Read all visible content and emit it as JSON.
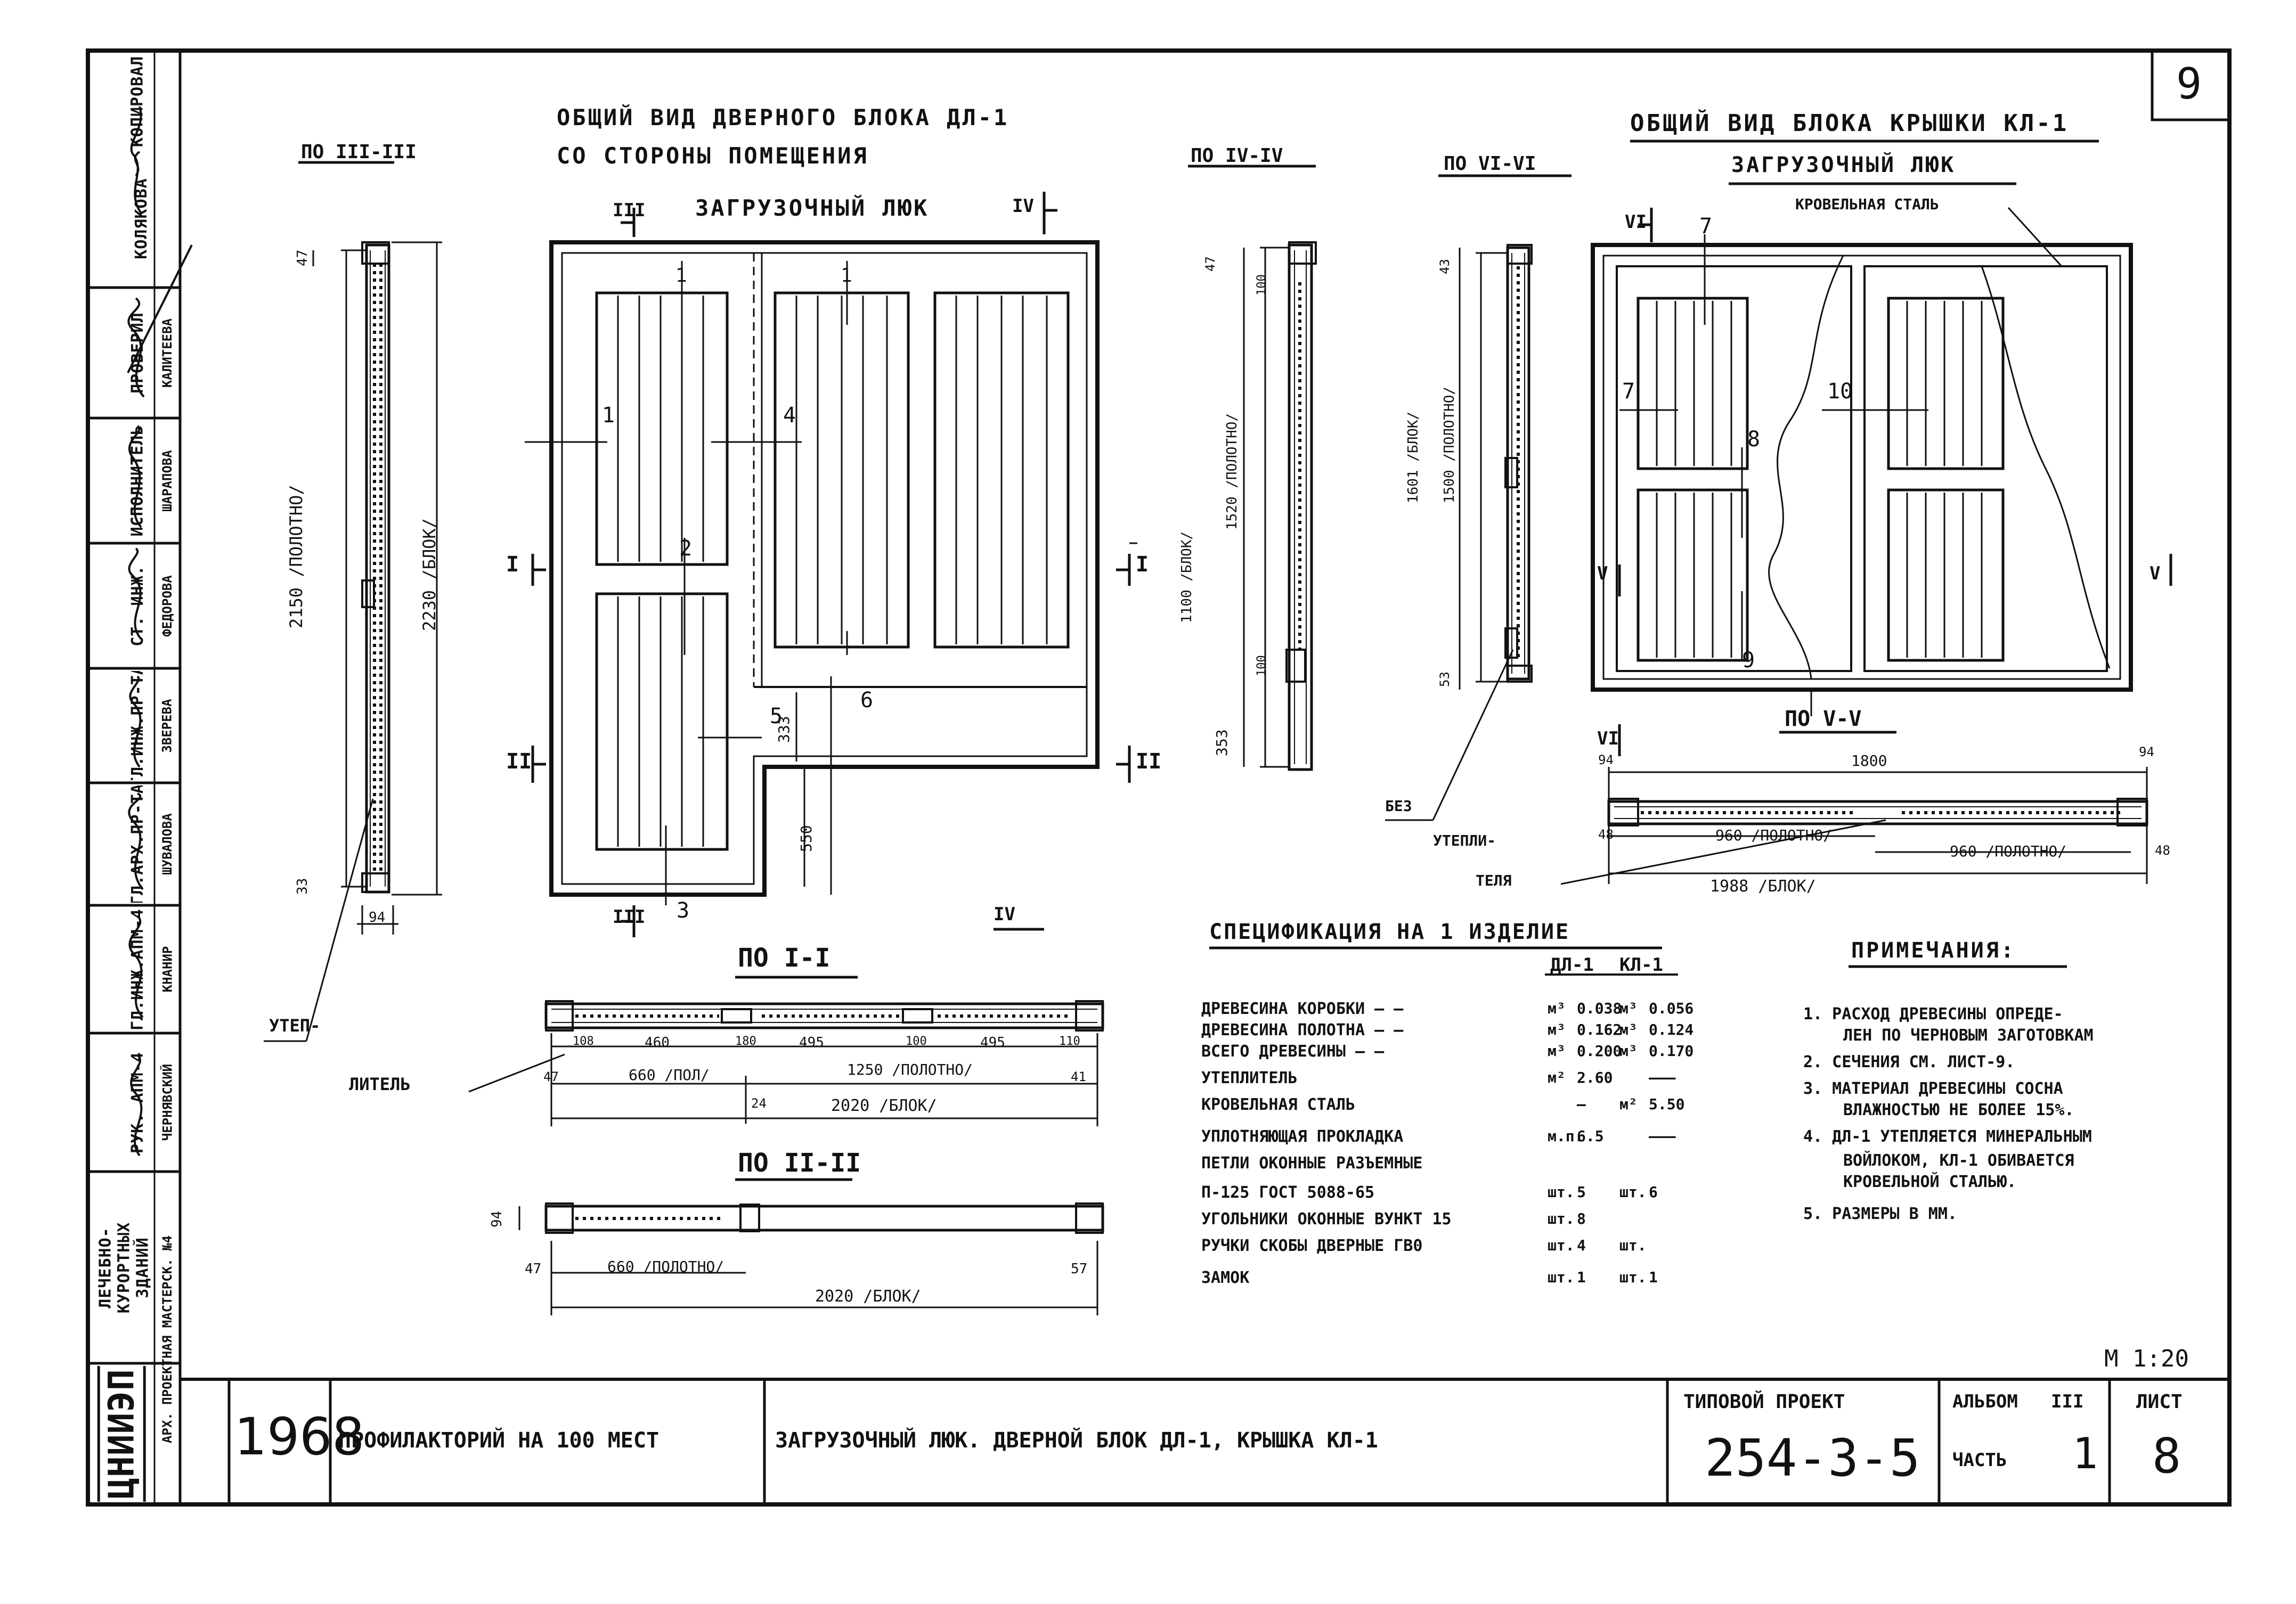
{
  "sheet_number_corner": "9",
  "org": {
    "logo_text": "ЦНИИЭП",
    "institute": "ЛЕЧЕБНО-КУРОРТНЫХ ЗДАНИЙ",
    "workshop": "АРХ. ПРОЕКТНАЯ МАСТЕРСК. №4",
    "signatures": [
      {
        "role": "КОПИРОВАЛ",
        "name": "КОЛЯКОВА"
      },
      {
        "role": "ПРОВЕРИЛ",
        "name": "КАЛИТЕЕВА"
      },
      {
        "role": "ИСПОЛНИТЕЛЬ",
        "name": "ШАРАПОВА"
      },
      {
        "role": "СТ. ИНЖ.",
        "name": "ФЕДОРОВА"
      },
      {
        "role": "ГЛ.ИНЖ.ПР-ТА",
        "name": "ЗВЕРЕВА"
      },
      {
        "role": "ГЛ.АРХ.ПР-ТА",
        "name": "ШУВАЛОВА"
      },
      {
        "role": "ГЛ.ИНЖ.АПМ-4",
        "name": "КНАНИР"
      },
      {
        "role": "РУК. АПМ-4",
        "name": "ЧЕРНЯВСКИЙ"
      }
    ]
  },
  "title_block": {
    "year": "1968",
    "object": "ПРОФИЛАКТОРИЙ НА 100 МЕСТ",
    "sheet_title": "ЗАГРУЗОЧНЫЙ ЛЮК. ДВЕРНОЙ БЛОК ДЛ-1, КРЫШКА КЛ-1",
    "project_label": "ТИПОВОЙ ПРОЕКТ",
    "project_number": "254-3-5",
    "album_label": "АЛЬБОМ",
    "album_number": "III",
    "part_label": "ЧАСТЬ",
    "part_number": "1",
    "sheet_label": "ЛИСТ",
    "sheet_number": "8",
    "scale": "М 1:20"
  },
  "door": {
    "title_line1": "ОБЩИЙ ВИД ДВЕРНОГО БЛОКА ДЛ-1",
    "title_line2": "СО СТОРОНЫ ПОМЕЩЕНИЯ",
    "subtitle": "ЗАГРУЗОЧНЫЙ ЛЮК",
    "section_marks": [
      "III",
      "IV",
      "I",
      "II"
    ],
    "callouts": [
      "1",
      "1",
      "1",
      "2",
      "3",
      "4",
      "5",
      "6"
    ],
    "dims": {
      "d333": "333",
      "d550": "550"
    }
  },
  "sec3": {
    "label": "ПО III-III",
    "dims": [
      "47",
      "2150 /ПОЛОТНО/",
      "2230 /БЛОК/",
      "33",
      "94"
    ],
    "insulation": "УТЕП-"
  },
  "sec4": {
    "label": "ПО IV-IV",
    "dims": [
      "47",
      "100",
      "1100 /БЛОК/",
      "1520 /ПОЛОТНО/",
      "100",
      "353"
    ]
  },
  "sec6": {
    "label": "ПО VI-VI",
    "dims": [
      "43",
      "1601 /БЛОК/",
      "1500 /ПОЛОТНО/",
      "53"
    ],
    "note_line1": "БЕЗ",
    "note_line2": "УТЕПЛИ-",
    "note_line3": "ТЕЛЯ"
  },
  "sec1": {
    "label": "ПО I-I",
    "dims": [
      "108",
      "460",
      "180",
      "495",
      "100",
      "495",
      "110"
    ],
    "dims2": [
      "47",
      "660 /ПОЛ/",
      "1250 /ПОЛОТНО/",
      "41"
    ],
    "dim24": "24",
    "dim_total": "2020 /БЛОК/",
    "insulation": "ЛИТЕЛЬ"
  },
  "sec2": {
    "label": "ПО II-II",
    "dims": [
      "94",
      "47",
      "660 /ПОЛОТНО/",
      "57",
      "2020 /БЛОК/"
    ]
  },
  "lid": {
    "title": "ОБЩИЙ ВИД БЛОКА КРЫШКИ КЛ-1",
    "subtitle": "ЗАГРУЗОЧНЫЙ ЛЮК",
    "roof_steel": "КРОВЕЛЬНАЯ СТАЛЬ",
    "section_marks": [
      "VI",
      "V"
    ],
    "callouts": [
      "7",
      "7",
      "8",
      "9",
      "10"
    ]
  },
  "sec5": {
    "label": "ПО V-V",
    "dims": [
      "94",
      "1800",
      "94",
      "48",
      "960 /ПОЛОТНО/",
      "960 /ПОЛОТНО/",
      "48",
      "1988 /БЛОК/"
    ]
  },
  "spec": {
    "title": "СПЕЦИФИКАЦИЯ НА 1 ИЗДЕЛИЕ",
    "col1": "ДЛ-1",
    "col2": "КЛ-1",
    "rows": [
      {
        "name": "ДРЕВЕСИНА КОРОБКИ — —",
        "unit1": "м³",
        "v1": "0.038",
        "unit2": "м³",
        "v2": "0.056"
      },
      {
        "name": "ДРЕВЕСИНА ПОЛОТНА — —",
        "unit1": "м³",
        "v1": "0.162",
        "unit2": "м³",
        "v2": "0.124"
      },
      {
        "name": "ВСЕГО ДРЕВЕСИНЫ — —",
        "unit1": "м³",
        "v1": "0.200",
        "unit2": "м³",
        "v2": "0.170"
      },
      {
        "name": "УТЕПЛИТЕЛЬ",
        "unit1": "м²",
        "v1": "2.60",
        "unit2": "",
        "v2": "———"
      },
      {
        "name": "КРОВЕЛЬНАЯ СТАЛЬ",
        "unit1": "",
        "v1": "—",
        "unit2": "м²",
        "v2": "5.50"
      },
      {
        "name": "УПЛОТНЯЮЩАЯ ПРОКЛАДКА",
        "unit1": "м.п.",
        "v1": "6.5",
        "unit2": "",
        "v2": "———"
      },
      {
        "name": "ПЕТЛИ ОКОННЫЕ РАЗЪЕМНЫЕ",
        "unit1": "",
        "v1": "",
        "unit2": "",
        "v2": ""
      },
      {
        "name": "П-125 ГОСТ 5088-65",
        "unit1": "шт.",
        "v1": "5",
        "unit2": "шт.",
        "v2": "6"
      },
      {
        "name": "УГОЛЬНИКИ ОКОННЫЕ ВУНКТ 15",
        "unit1": "шт.",
        "v1": "8",
        "unit2": "",
        "v2": ""
      },
      {
        "name": "РУЧКИ СКОБЫ ДВЕРНЫЕ ГВ0",
        "unit1": "шт.",
        "v1": "4",
        "unit2": "шт.",
        "v2": ""
      },
      {
        "name": "ЗАМОК",
        "unit1": "шт.",
        "v1": "1",
        "unit2": "шт.",
        "v2": "1"
      }
    ]
  },
  "notes": {
    "title": "ПРИМЕЧАНИЯ:",
    "lines": [
      "1. РАСХОД ДРЕВЕСИНЫ ОПРЕДЕ-",
      "ЛЕН ПО ЧЕРНОВЫМ ЗАГОТОВКАМ",
      "2. СЕЧЕНИЯ СМ. ЛИСТ-9.",
      "3. МАТЕРИАЛ ДРЕВЕСИНЫ СОСНА",
      "ВЛАЖНОСТЬЮ НЕ БОЛЕЕ 15%.",
      "4. ДЛ-1 УТЕПЛЯЕТСЯ МИНЕРАЛЬНЫМ",
      "ВОЙЛОКОМ, КЛ-1 ОБИВАЕТСЯ",
      "КРОВЕЛЬНОЙ СТАЛЬЮ.",
      "5. РАЗМЕРЫ В ММ."
    ]
  }
}
